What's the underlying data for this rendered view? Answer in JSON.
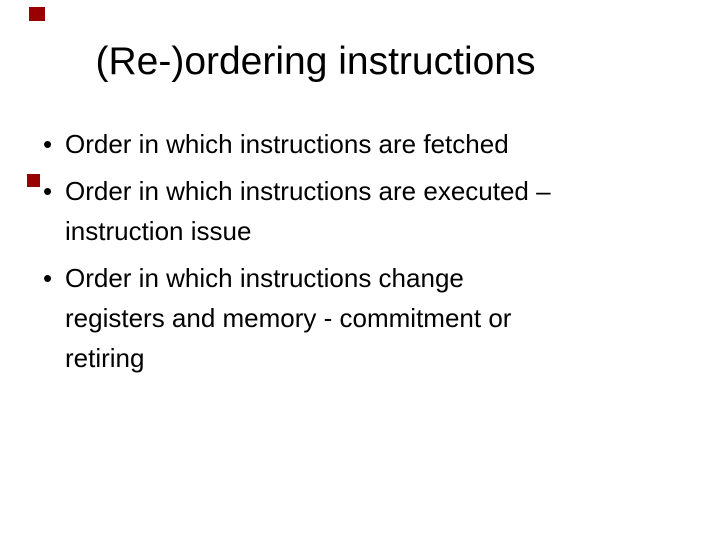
{
  "slide": {
    "title": "(Re-)ordering instructions",
    "bullet_glyph": "•",
    "bullets": [
      {
        "lines": [
          "Order in which instructions are fetched"
        ]
      },
      {
        "lines": [
          "Order in which instructions are executed –",
          "instruction issue"
        ]
      },
      {
        "lines": [
          "Order in which instructions change",
          "registers and memory - commitment or",
          "retiring"
        ]
      }
    ],
    "colors": {
      "background": "#ffffff",
      "text": "#000000",
      "marker": "#990000"
    }
  }
}
